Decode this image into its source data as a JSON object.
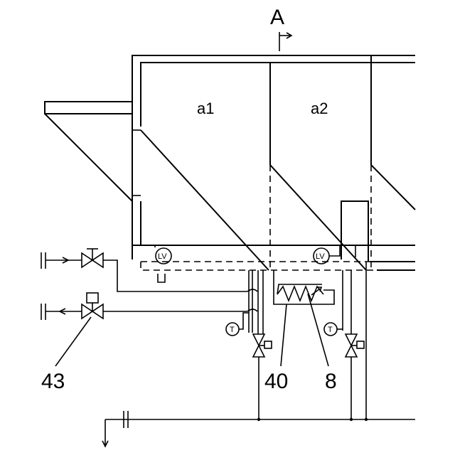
{
  "section": {
    "marker": "A"
  },
  "compartments": [
    {
      "label": "a1"
    },
    {
      "label": "a2"
    }
  ],
  "instruments": {
    "level": "LV",
    "temperature": "T"
  },
  "callouts": [
    {
      "label": "43"
    },
    {
      "label": "40"
    },
    {
      "label": "8"
    }
  ]
}
